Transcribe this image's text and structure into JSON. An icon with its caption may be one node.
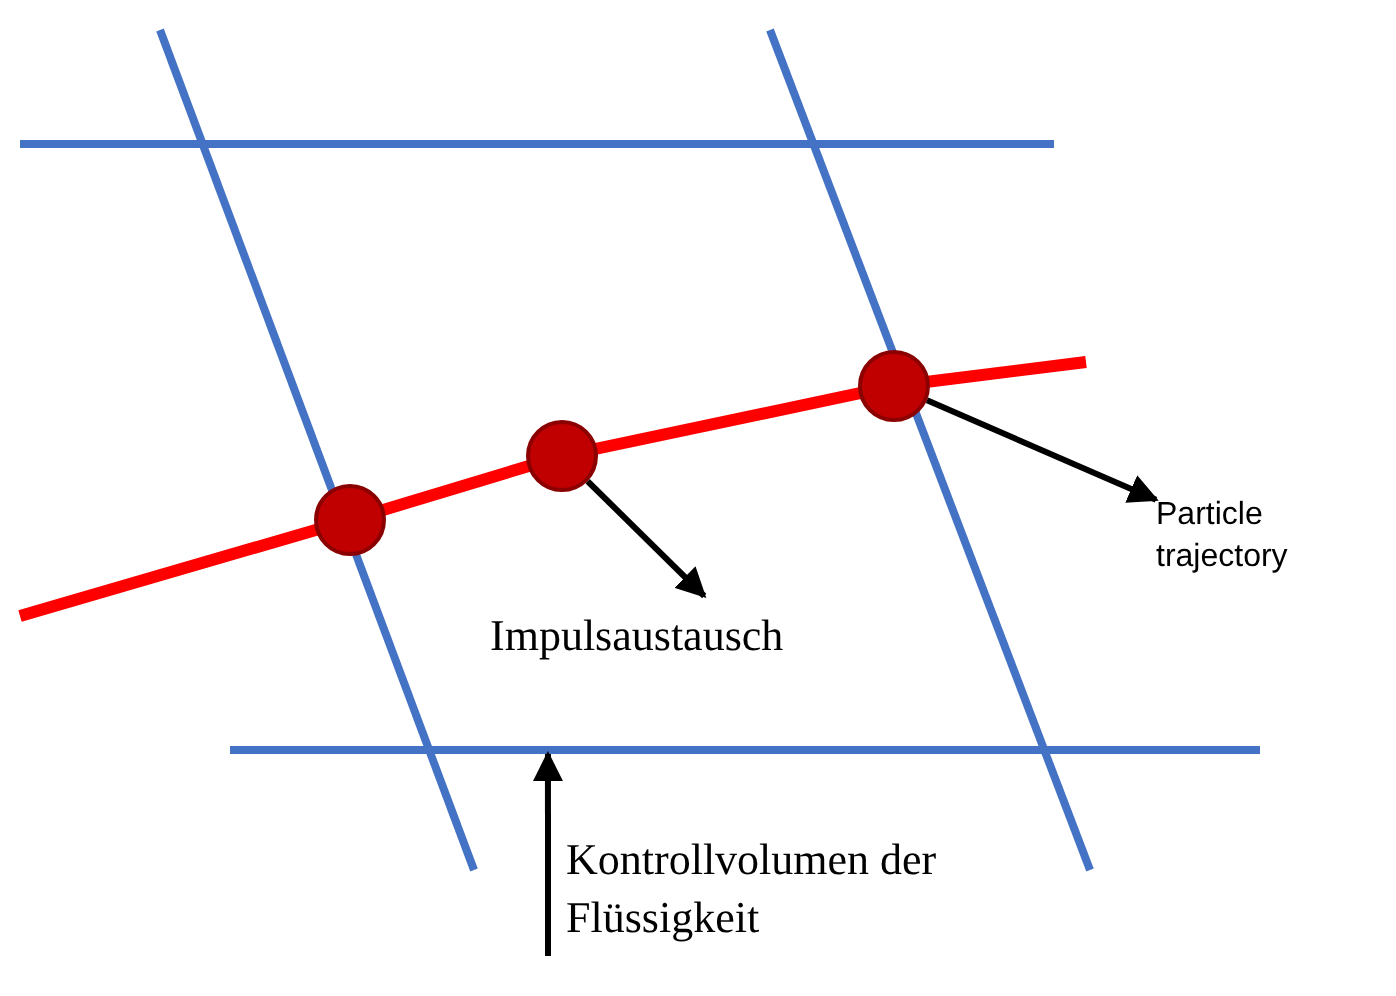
{
  "diagram": {
    "nodes": [
      {
        "text": [],
        "shape": "circle"
      },
      {
        "text": [],
        "shape": "circle"
      },
      {
        "text": [],
        "shape": "circle"
      },
      {
        "text": [
          "Impulsaustausch"
        ]
      },
      {
        "text": [
          "Particle trajectory"
        ]
      },
      {
        "text": [
          "Kontrollvolumen der Flüssigkeit"
        ]
      },
      {
        "text": [],
        "shape": "bar"
      }
    ],
    "edges": [
      {
        "from": 1,
        "to": 3,
        "arrow": "to"
      },
      {
        "from": 2,
        "to": 4,
        "arrow": "to"
      },
      {
        "from": 5,
        "to": 6,
        "arrow": "to"
      }
    ]
  }
}
